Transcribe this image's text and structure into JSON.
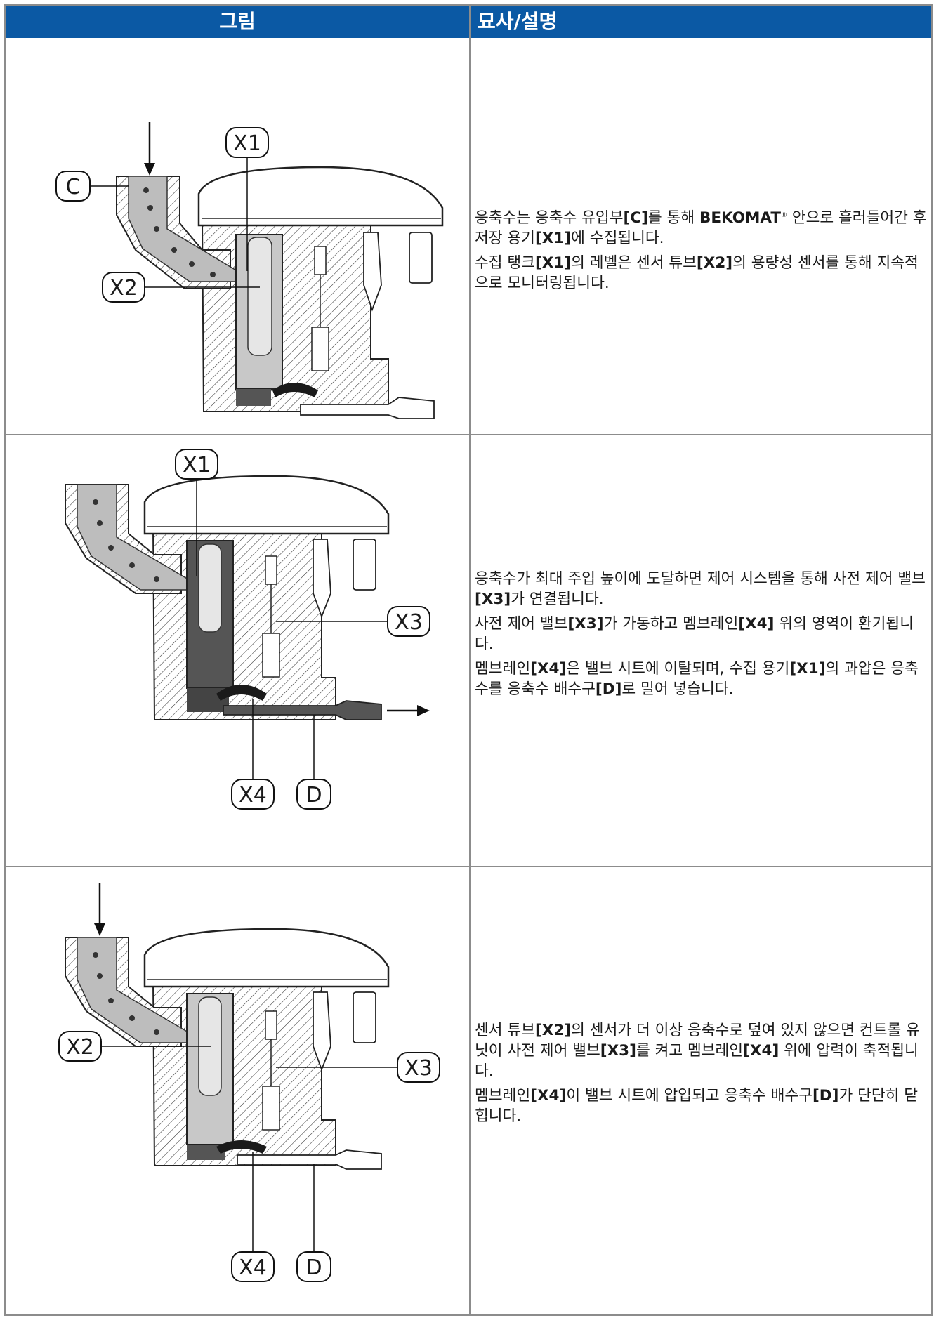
{
  "table": {
    "header": {
      "figure": "그림",
      "description": "묘사/설명"
    },
    "rows": [
      {
        "labels": {
          "c": "C",
          "x1": "X1",
          "x2": "X2"
        },
        "paragraphs": [
          [
            {
              "t": "응축수는 응축수 유입부"
            },
            {
              "t": "[C]",
              "b": true
            },
            {
              "t": "를 통해 "
            },
            {
              "t": "BEKOMAT",
              "b": true
            },
            {
              "t": "®",
              "sup": true
            },
            {
              "t": " 안으로 흘러들어간 후 저장 용기"
            },
            {
              "t": "[X1]",
              "b": true
            },
            {
              "t": "에 수집됩니다."
            }
          ],
          [
            {
              "t": "수집 탱크"
            },
            {
              "t": "[X1]",
              "b": true
            },
            {
              "t": "의 레벨은 센서 튜브"
            },
            {
              "t": "[X2]",
              "b": true
            },
            {
              "t": "의 용량성 센서를 통해 지속적으로 모니터링됩니다."
            }
          ]
        ]
      },
      {
        "labels": {
          "x1": "X1",
          "x3": "X3",
          "x4": "X4",
          "d": "D"
        },
        "paragraphs": [
          [
            {
              "t": "응축수가 최대 주입 높이에 도달하면 제어 시스템을 통해 사전 제어 밸브"
            },
            {
              "t": "[X3]",
              "b": true
            },
            {
              "t": "가 연결됩니다."
            }
          ],
          [
            {
              "t": "사전 제어 밸브"
            },
            {
              "t": "[X3]",
              "b": true
            },
            {
              "t": "가 가동하고 멤브레인"
            },
            {
              "t": "[X4]",
              "b": true
            },
            {
              "t": " 위의 영역이 환기됩니다."
            }
          ],
          [
            {
              "t": "멤브레인"
            },
            {
              "t": "[X4]",
              "b": true
            },
            {
              "t": "은 밸브 시트에 이탈되며, 수집 용기"
            },
            {
              "t": "[X1]",
              "b": true
            },
            {
              "t": "의 과압은 응축수를 응축수 배수구"
            },
            {
              "t": "[D]",
              "b": true
            },
            {
              "t": "로 밀어 넣습니다."
            }
          ]
        ]
      },
      {
        "labels": {
          "x2": "X2",
          "x3": "X3",
          "x4": "X4",
          "d": "D"
        },
        "paragraphs": [
          [
            {
              "t": "센서 튜브"
            },
            {
              "t": "[X2]",
              "b": true
            },
            {
              "t": "의 센서가 더 이상 응축수로 덮여 있지 않으면 컨트롤 유닛이 사전 제어 밸브"
            },
            {
              "t": "[X3]",
              "b": true
            },
            {
              "t": "를 켜고 멤브레인"
            },
            {
              "t": "[X4]",
              "b": true
            },
            {
              "t": " 위에 압력이 축적됩니다."
            }
          ],
          [
            {
              "t": "멤브레인"
            },
            {
              "t": "[X4]",
              "b": true
            },
            {
              "t": "이 밸브 시트에 압입되고 응축수 배수구"
            },
            {
              "t": "[D]",
              "b": true
            },
            {
              "t": "가 단단히 닫힙니다."
            }
          ]
        ]
      }
    ]
  }
}
